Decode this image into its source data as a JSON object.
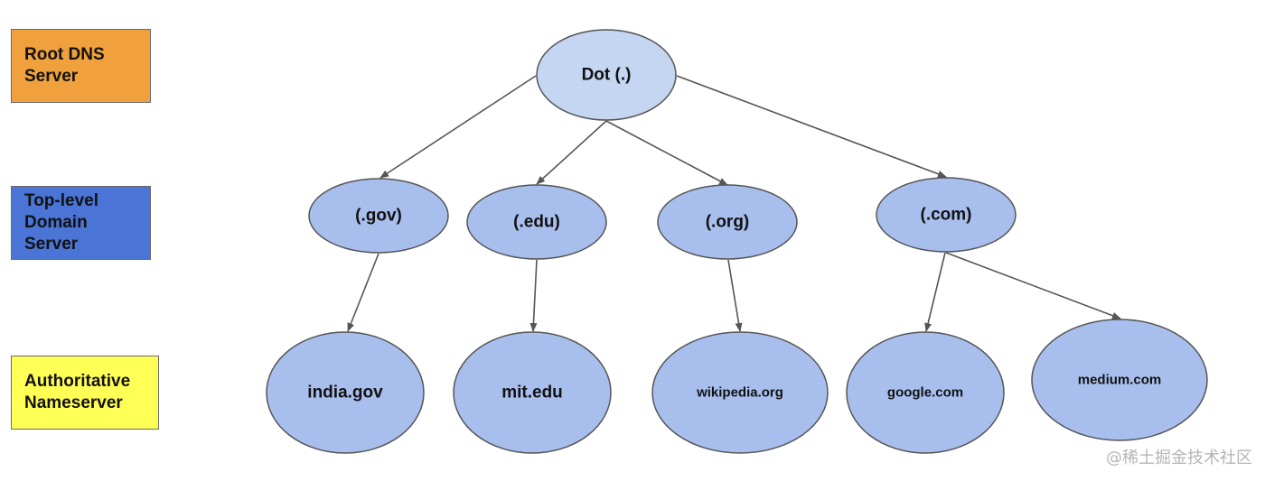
{
  "legend": [
    {
      "id": "root",
      "label": "Root DNS\nServer",
      "color": "#f0a03c"
    },
    {
      "id": "tld",
      "label": "Top-level\nDomain\nServer",
      "color": "#4a74d6"
    },
    {
      "id": "auth",
      "label": "Authoritative\nNameserver",
      "color": "#ffff55"
    }
  ],
  "colors": {
    "root_node": "#c5d6f3",
    "other_nodes": "#a8bfee",
    "edge": "#555555"
  },
  "nodes": [
    {
      "id": "dot",
      "label": "Dot (.)",
      "level": "root"
    },
    {
      "id": "gov",
      "label": "(.gov)",
      "level": "tld"
    },
    {
      "id": "edu",
      "label": "(.edu)",
      "level": "tld"
    },
    {
      "id": "org",
      "label": "(.org)",
      "level": "tld"
    },
    {
      "id": "com",
      "label": "(.com)",
      "level": "tld"
    },
    {
      "id": "india",
      "label": "india.gov",
      "level": "auth"
    },
    {
      "id": "mit",
      "label": "mit.edu",
      "level": "auth"
    },
    {
      "id": "wikipedia",
      "label": "wikipedia.org",
      "level": "auth"
    },
    {
      "id": "google",
      "label": "google.com",
      "level": "auth"
    },
    {
      "id": "medium",
      "label": "medium.com",
      "level": "auth"
    }
  ],
  "edges": [
    {
      "from": "dot",
      "to": "gov"
    },
    {
      "from": "dot",
      "to": "edu"
    },
    {
      "from": "dot",
      "to": "org"
    },
    {
      "from": "dot",
      "to": "com"
    },
    {
      "from": "gov",
      "to": "india"
    },
    {
      "from": "edu",
      "to": "mit"
    },
    {
      "from": "org",
      "to": "wikipedia"
    },
    {
      "from": "com",
      "to": "google"
    },
    {
      "from": "com",
      "to": "medium"
    }
  ],
  "watermark": "@稀土掘金技术社区"
}
